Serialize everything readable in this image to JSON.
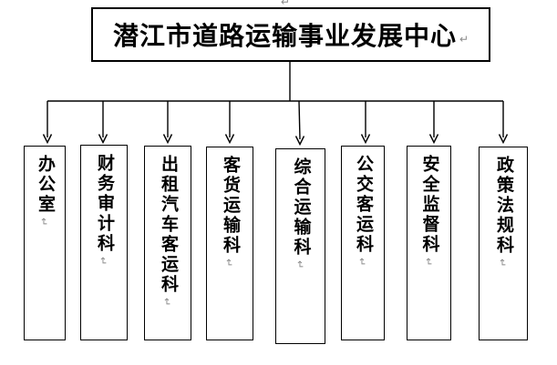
{
  "root": {
    "label": "潜江市道路运输事业发展中心"
  },
  "departments": [
    {
      "label": "办公室"
    },
    {
      "label": "财务审计科"
    },
    {
      "label": "出租汽车客运科"
    },
    {
      "label": "客货运输科"
    },
    {
      "label": "综合运输科"
    },
    {
      "label": "公交客运科"
    },
    {
      "label": "安全监督科"
    },
    {
      "label": "政策法规科"
    }
  ],
  "marks": {
    "pilcrow": "↵"
  },
  "colors": {
    "background": "#ffffff",
    "line": "#000000",
    "border": "#000000",
    "text": "#000000",
    "paragraph_mark": "#8a8a8a"
  }
}
